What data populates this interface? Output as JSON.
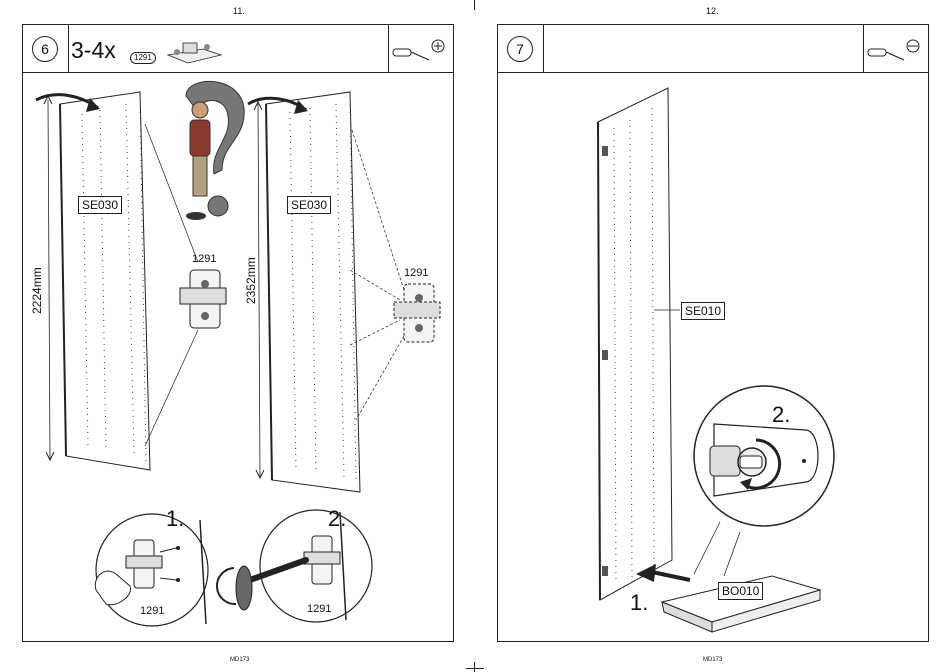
{
  "left_page": {
    "page_number": "11.",
    "footer_code": "MD173",
    "step": "6",
    "quantity": "3-4x",
    "part_tag": "1291",
    "panel_a_label": "SE030",
    "panel_b_label": "SE030",
    "dim_a": "2224mm",
    "dim_b": "2352mm",
    "callout_a": "1291",
    "callout_b": "1291",
    "detail_1": "1.",
    "detail_2": "2.",
    "detail_1_part": "1291",
    "detail_2_part": "1291",
    "tool": "screwdriver-phillips-icon"
  },
  "right_page": {
    "page_number": "12.",
    "footer_code": "MD173",
    "step": "7",
    "panel_label": "SE010",
    "base_label": "BO010",
    "detail_2": "2.",
    "detail_1": "1.",
    "tool": "screwdriver-flat-icon"
  }
}
